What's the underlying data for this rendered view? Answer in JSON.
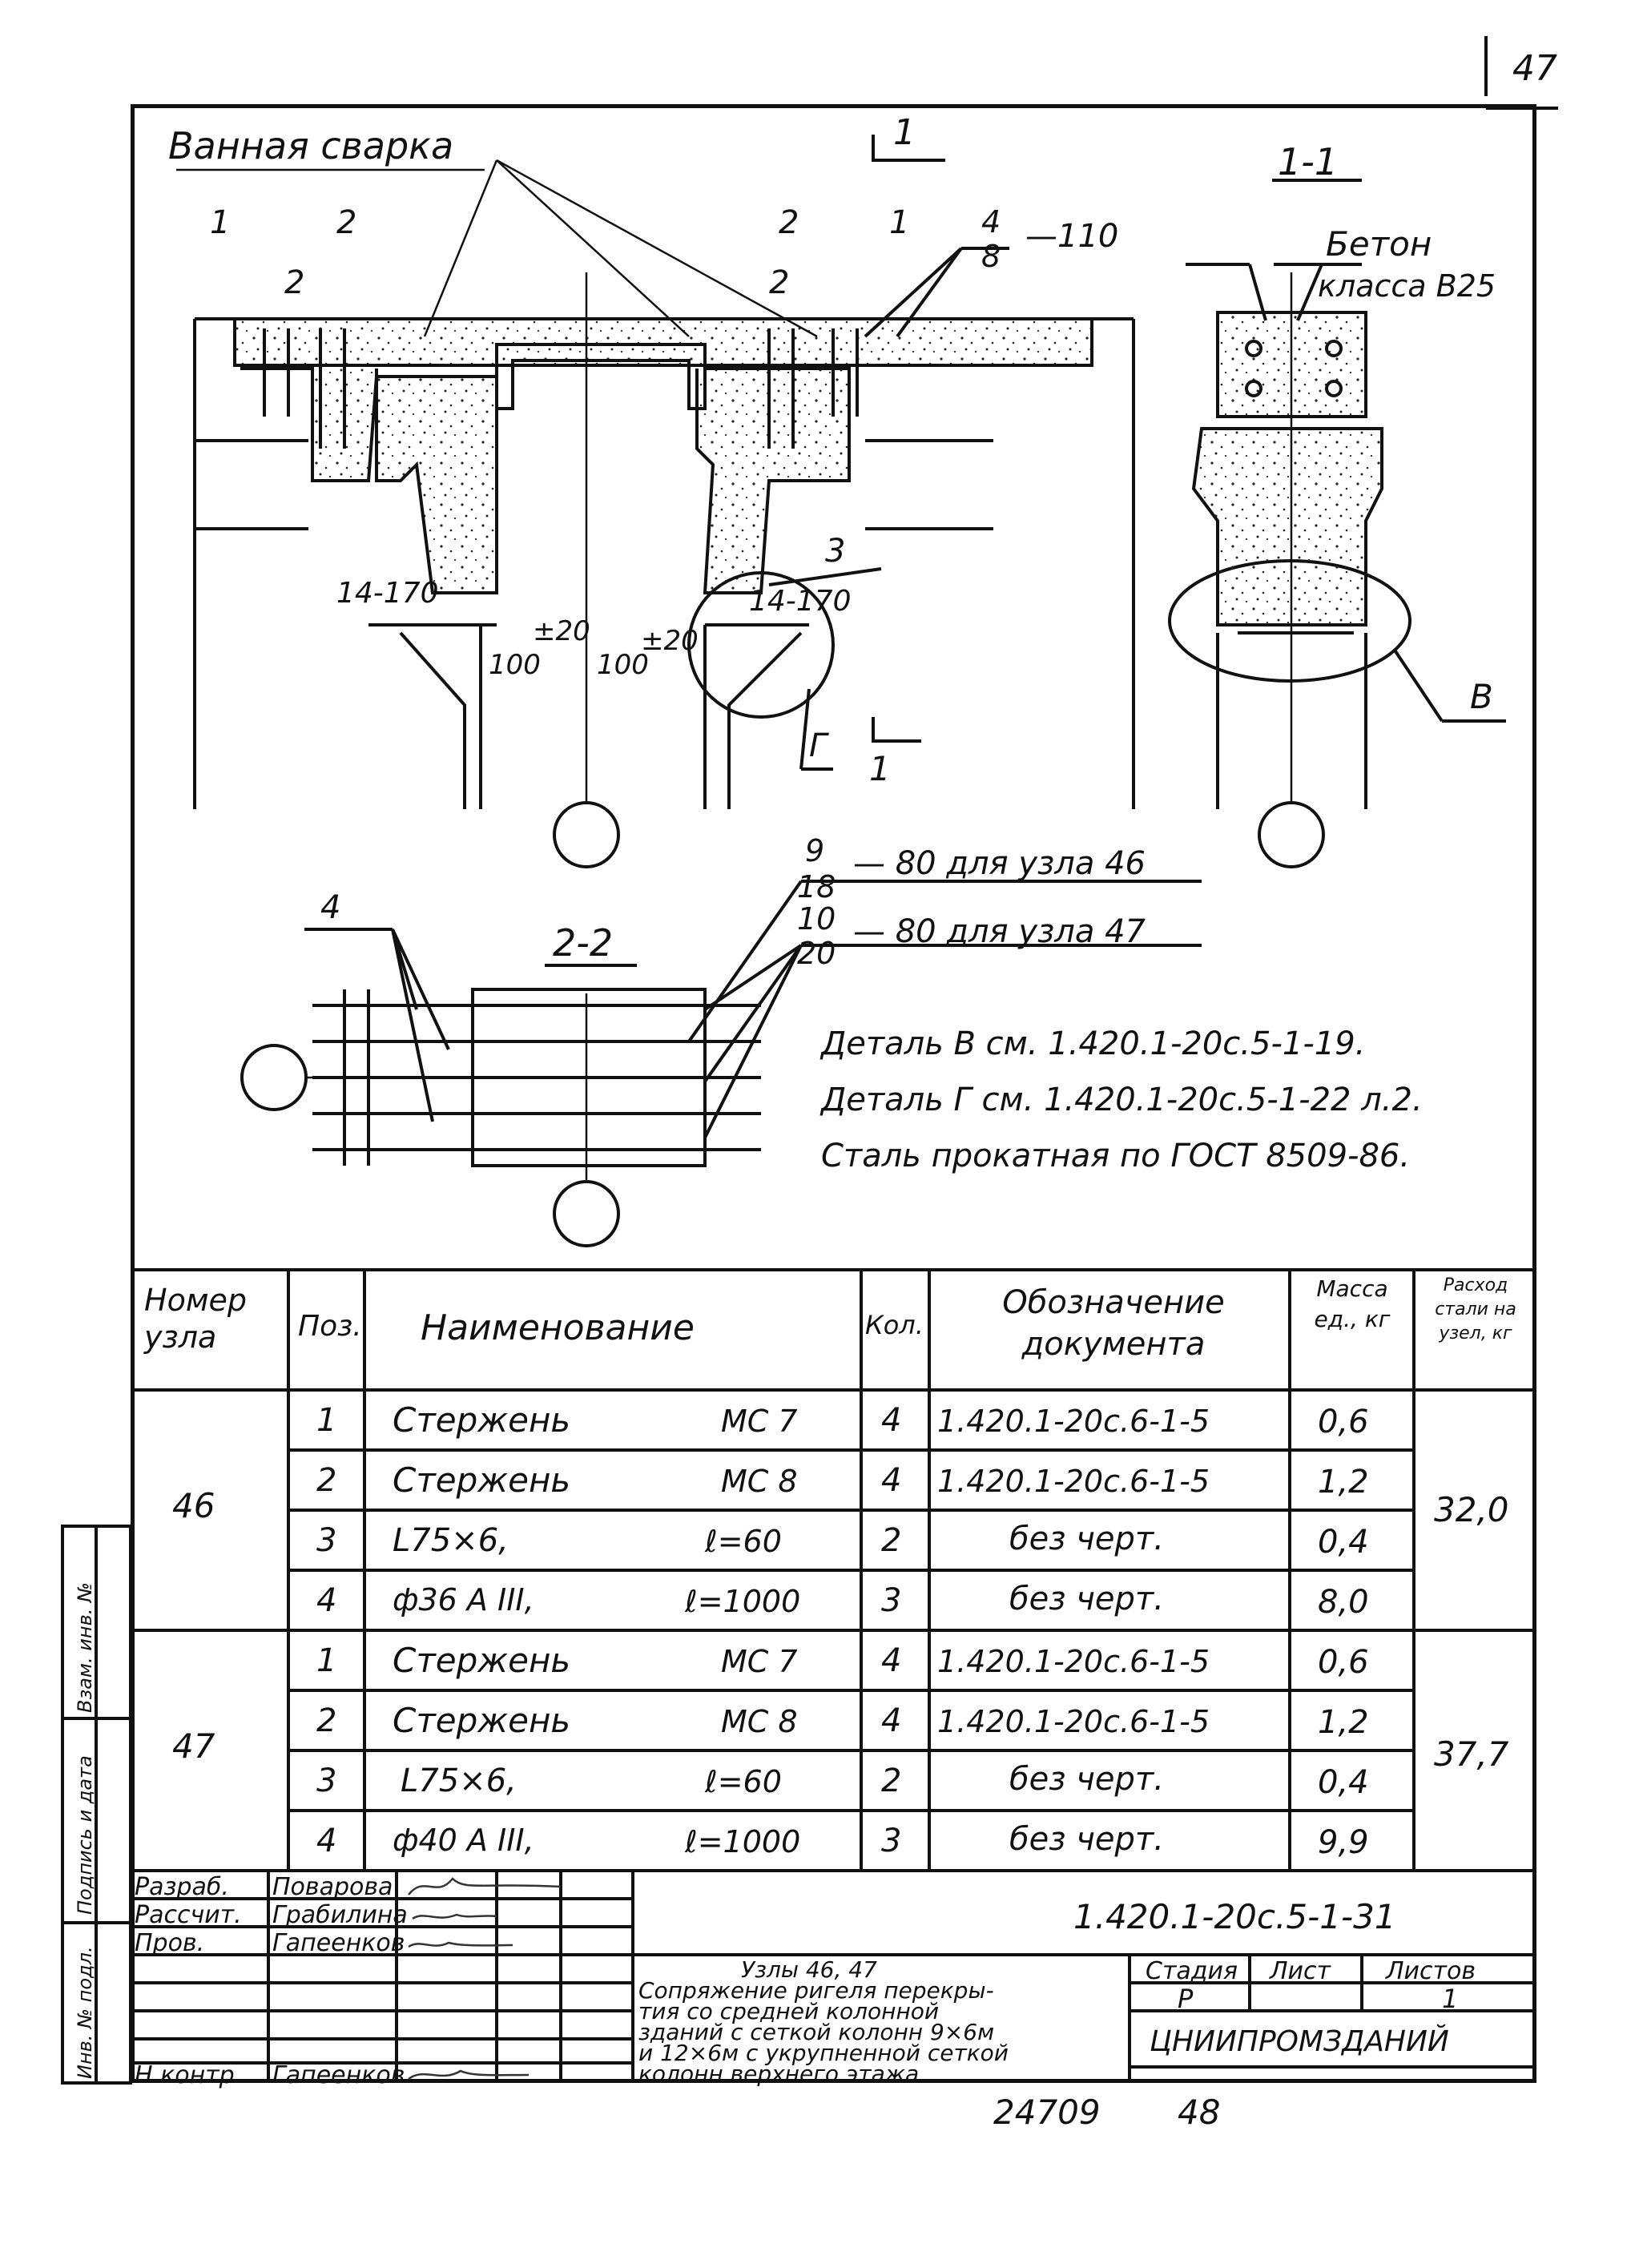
{
  "page_number": "47",
  "drawing": {
    "label_weld": "Ванная сварка",
    "section_1_mark": "1",
    "section_1_title": "1-1",
    "section_2_title": "2-2",
    "concrete_label_1": "Бетон",
    "concrete_label_2": "класса В25",
    "pos_labels_left": [
      "1",
      "2",
      "2"
    ],
    "pos_labels_right": [
      "2",
      "2",
      "1"
    ],
    "frac_4_8": {
      "num": "4",
      "den": "8",
      "val": "—110"
    },
    "dim_14_170_left": "14-170",
    "dim_14_170_right": "14-170",
    "dim_100_left": "100",
    "dim_100_right": "100",
    "tol_left": "±20",
    "tol_right": "±20",
    "label_3": "3",
    "label_G": "Г",
    "label_V": "В",
    "label_1_left": "1",
    "label_1_right": "1",
    "label_4": "4",
    "frac_9_18": {
      "num": "9",
      "den": "18",
      "val": "— 80 для узла 46"
    },
    "frac_10_20": {
      "num": "10",
      "den": "20",
      "val": "— 80 для узла 47"
    },
    "notes": [
      "Деталь В см. 1.420.1-20с.5-1-19.",
      "Деталь Г см. 1.420.1-20с.5-1-22 л.2.",
      "Сталь прокатная по ГОСТ 8509-86."
    ]
  },
  "spec_table": {
    "headers": {
      "node": "Номер узла",
      "pos": "Поз.",
      "name": "Наименование",
      "qty": "Кол.",
      "doc": "Обозначение документа",
      "mass": "Масса ед., кг",
      "consumption": "Расход стали на узел, кг"
    },
    "groups": [
      {
        "node": "46",
        "total": "32,0",
        "rows": [
          {
            "pos": "1",
            "name": "Стержень",
            "mark": "МС 7",
            "qty": "4",
            "doc": "1.420.1-20с.6-1-5",
            "mass": "0,6"
          },
          {
            "pos": "2",
            "name": "Стержень",
            "mark": "МС 8",
            "qty": "4",
            "doc": "1.420.1-20с.6-1-5",
            "mass": "1,2"
          },
          {
            "pos": "3",
            "name": "L75×6,",
            "mark": "ℓ=60",
            "qty": "2",
            "doc": "без черт.",
            "mass": "0,4"
          },
          {
            "pos": "4",
            "name": "ф36 А III,",
            "mark": "ℓ=1000",
            "qty": "3",
            "doc": "без черт.",
            "mass": "8,0"
          }
        ]
      },
      {
        "node": "47",
        "total": "37,7",
        "rows": [
          {
            "pos": "1",
            "name": "Стержень",
            "mark": "МС 7",
            "qty": "4",
            "doc": "1.420.1-20с.6-1-5",
            "mass": "0,6"
          },
          {
            "pos": "2",
            "name": "Стержень",
            "mark": "МС 8",
            "qty": "4",
            "doc": "1.420.1-20с.6-1-5",
            "mass": "1,2"
          },
          {
            "pos": "3",
            "name": "L75×6,",
            "mark": "ℓ=60",
            "qty": "2",
            "doc": "без черт.",
            "mass": "0,4"
          },
          {
            "pos": "4",
            "name": "ф40 А III,",
            "mark": "ℓ=1000",
            "qty": "3",
            "doc": "без черт.",
            "mass": "9,9"
          }
        ]
      }
    ]
  },
  "title_block": {
    "roles": [
      {
        "role": "Разраб.",
        "name": "Поварова"
      },
      {
        "role": "Рассчит.",
        "name": "Грабилина"
      },
      {
        "role": "Пров.",
        "name": "Гапеенков"
      },
      {
        "role": "Н.контр.",
        "name": "Гапеенков"
      }
    ],
    "designation": "1.420.1-20с.5-1-31",
    "title_lines": [
      "Узлы 46, 47",
      "Сопряжение ригеля перекры-",
      "тия со средней колонной",
      "зданий с сеткой колонн 9×6м",
      "и 12×6м с укрупненной сеткой",
      "колонн верхнего этажа"
    ],
    "stage_label": "Стадия",
    "sheet_label": "Лист",
    "sheets_label": "Листов",
    "stage": "Р",
    "sheets": "1",
    "organization": "ЦНИИПРОМЗДАНИЙ"
  },
  "side_stamp": [
    "Инв. № подл.",
    "Подпись и дата",
    "Взам. инв. №"
  ],
  "footer": {
    "inventory": "24709",
    "format": "48"
  }
}
